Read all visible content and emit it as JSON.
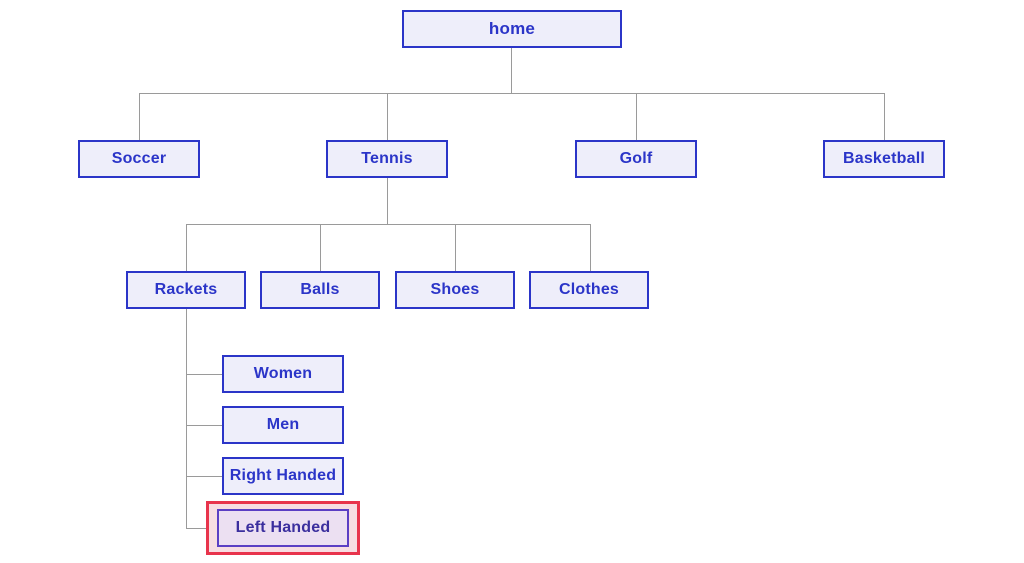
{
  "diagram": {
    "title": "home",
    "type": "site-hierarchy-tree",
    "colors": {
      "node_border": "#2b35c8",
      "node_fill": "#eeeefa",
      "node_text": "#2b35c8",
      "connector": "#9a9a9a",
      "highlight_border": "#e8344c",
      "highlight_fill": "#f7dde2",
      "highlight_node_border": "#5b3fc4",
      "highlight_node_fill": "#ece0f2",
      "background": "#ffffff"
    },
    "levels": [
      {
        "level": 1,
        "nodes": [
          {
            "label": "home",
            "highlighted": false
          }
        ]
      },
      {
        "level": 2,
        "nodes": [
          {
            "label": "Soccer",
            "highlighted": false
          },
          {
            "label": "Tennis",
            "highlighted": false
          },
          {
            "label": "Golf",
            "highlighted": false
          },
          {
            "label": "Basketball",
            "highlighted": false
          }
        ]
      },
      {
        "level": 3,
        "parent": "Tennis",
        "nodes": [
          {
            "label": "Rackets",
            "highlighted": false
          },
          {
            "label": "Balls",
            "highlighted": false
          },
          {
            "label": "Shoes",
            "highlighted": false
          },
          {
            "label": "Clothes",
            "highlighted": false
          }
        ]
      },
      {
        "level": 4,
        "parent": "Rackets",
        "nodes": [
          {
            "label": "Women",
            "highlighted": false
          },
          {
            "label": "Men",
            "highlighted": false
          },
          {
            "label": "Right Handed",
            "highlighted": false
          },
          {
            "label": "Left Handed",
            "highlighted": true
          }
        ]
      }
    ],
    "nodes": {
      "home": "home",
      "soccer": "Soccer",
      "tennis": "Tennis",
      "golf": "Golf",
      "basketball": "Basketball",
      "rackets": "Rackets",
      "balls": "Balls",
      "shoes": "Shoes",
      "clothes": "Clothes",
      "women": "Women",
      "men": "Men",
      "right_handed": "Right Handed",
      "left_handed": "Left Handed"
    }
  }
}
